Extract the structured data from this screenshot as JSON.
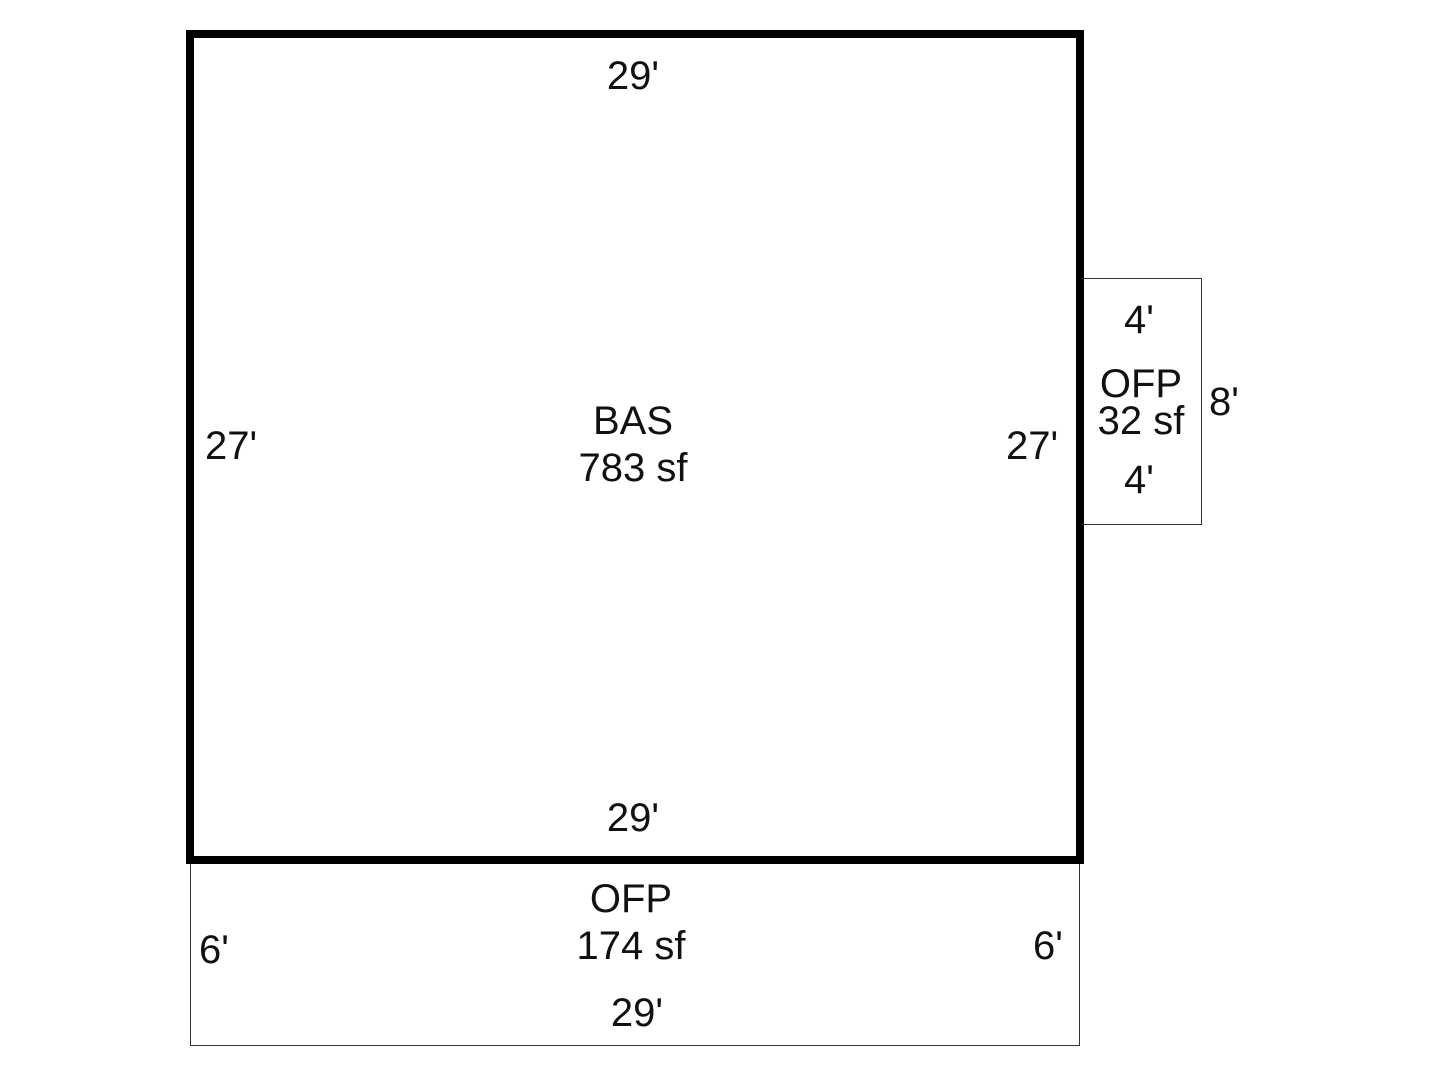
{
  "areas": {
    "main": {
      "code": "BAS",
      "area": "783 sf",
      "dims": {
        "top": "29'",
        "bottom": "29'",
        "left": "27'",
        "right": "27'"
      }
    },
    "bottom_porch": {
      "code": "OFP",
      "area": "174 sf",
      "dims": {
        "bottom": "29'",
        "left": "6'",
        "right": "6'"
      }
    },
    "side_porch": {
      "code": "OFP",
      "area": "32 sf",
      "dims": {
        "top": "4'",
        "bottom": "4'",
        "right": "8'"
      }
    }
  }
}
